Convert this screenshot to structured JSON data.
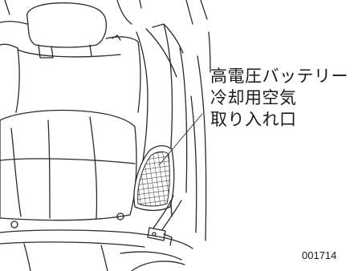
{
  "callout": {
    "line1": "高電圧バッテリー",
    "line2": "冷却用空気",
    "line3": "取り入れ口"
  },
  "figure_code": "001714"
}
